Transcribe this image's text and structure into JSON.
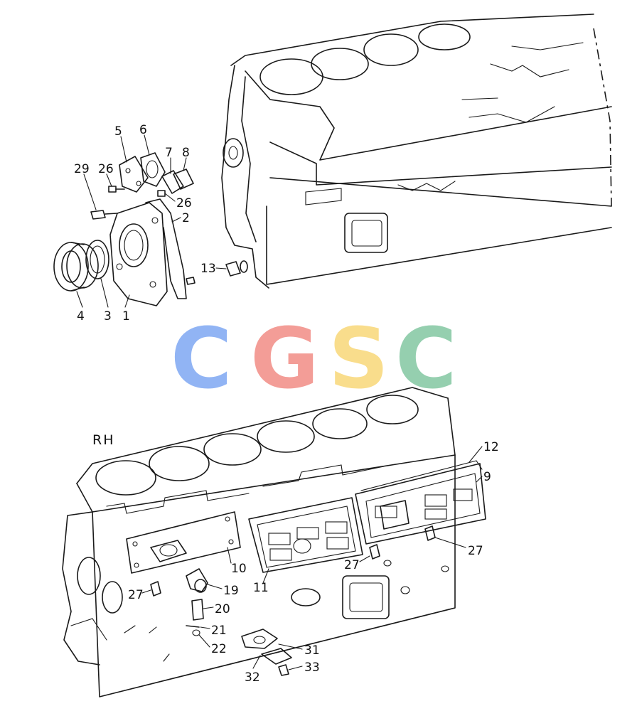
{
  "view_label": "RH",
  "watermark": {
    "letters": [
      {
        "char": "C",
        "color": "#7ea7f3"
      },
      {
        "char": "G",
        "color": "#f28d86"
      },
      {
        "char": "S",
        "color": "#f9d878"
      },
      {
        "char": "C",
        "color": "#83c7a2"
      }
    ]
  },
  "callouts": {
    "p1": "1",
    "p2": "2",
    "p3": "3",
    "p4": "4",
    "p5": "5",
    "p6": "6",
    "p7": "7",
    "p8": "8",
    "p9": "9",
    "p10": "10",
    "p11": "11",
    "p12": "12",
    "p13": "13",
    "p19": "19",
    "p20": "20",
    "p21": "21",
    "p22": "22",
    "p26a": "26",
    "p26b": "26",
    "p27a": "27",
    "p27b": "27",
    "p27c": "27",
    "p29": "29",
    "p31": "31",
    "p32": "32",
    "p33": "33"
  }
}
